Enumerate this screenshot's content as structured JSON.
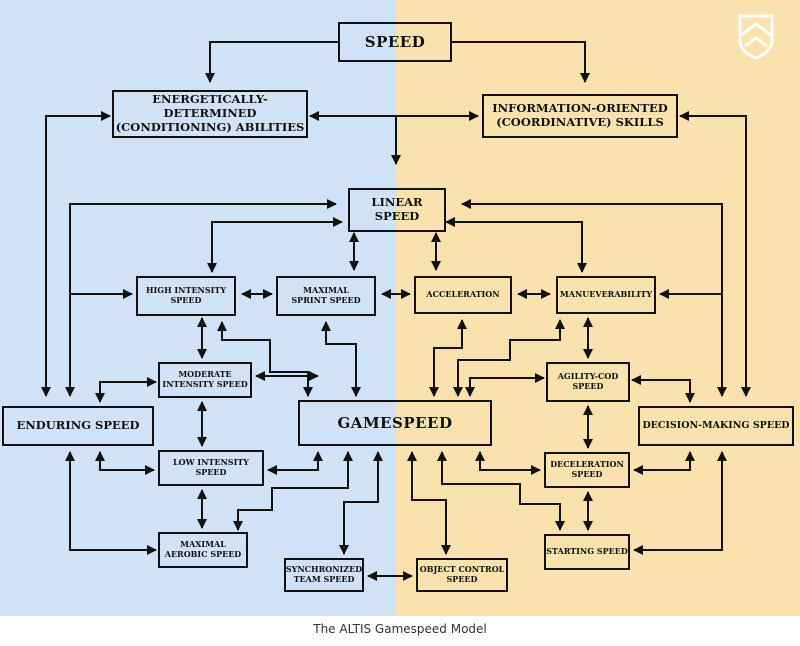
{
  "nodes": {
    "speed": "SPEED",
    "energetic": "ENERGETICALLY-DETERMINED\n(CONDITIONING) ABILITIES",
    "information": "INFORMATION-ORIENTED\n(COORDINATIVE) SKILLS",
    "linear": "LINEAR SPEED",
    "high_intensity": "HIGH INTENSITY\nSPEED",
    "maximal_sprint": "MAXIMAL\nSPRINT SPEED",
    "acceleration": "ACCELERATION",
    "manueverability": "MANUEVERABILITY",
    "moderate_intensity": "MODERATE\nINTENSITY SPEED",
    "agility_cod": "AGILITY-COD\nSPEED",
    "enduring": "ENDURING SPEED",
    "gamespeed": "GAMESPEED",
    "decision_making": "DECISION-MAKING SPEED",
    "low_intensity": "LOW INTENSITY\nSPEED",
    "deceleration": "DECELERATION\nSPEED",
    "maximal_aerobic": "MAXIMAL\nAEROBIC SPEED",
    "starting": "STARTING SPEED",
    "synchronized_team": "SYNCHRONIZED\nTEAM SPEED",
    "object_control": "OBJECT CONTROL\nSPEED"
  },
  "caption": "The ALTIS Gamespeed Model",
  "colors": {
    "left_background": "#cfe2f6",
    "right_background": "#f9e2ae",
    "stroke": "#111111"
  },
  "icons": [
    "altis-shield-logo-icon"
  ]
}
